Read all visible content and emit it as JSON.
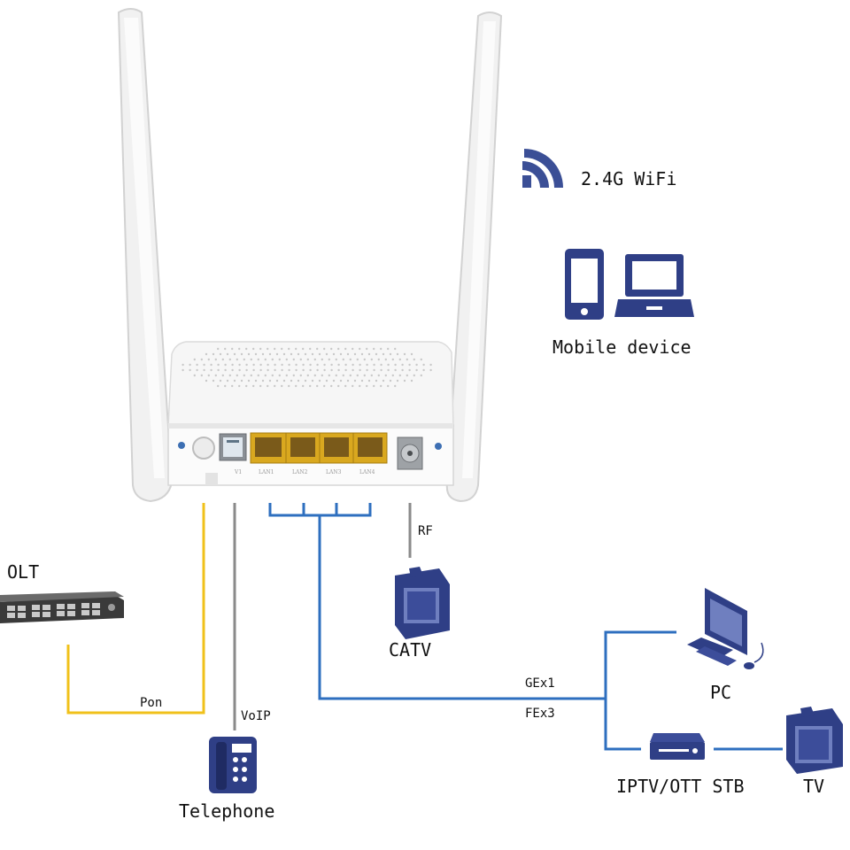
{
  "labels": {
    "wifi": "2.4G WiFi",
    "mobile_device": "Mobile device",
    "olt": "OLT",
    "pon": "Pon",
    "voip": "VoIP",
    "telephone": "Telephone",
    "rf": "RF",
    "catv": "CATV",
    "pc": "PC",
    "gex1": "GEx1",
    "fex3": "FEx3",
    "stb": "IPTV/OTT STB",
    "tv": "TV"
  },
  "colors": {
    "pon_line": "#f0c11a",
    "voip_line": "#8a8a8a",
    "rf_line": "#8a8a8a",
    "lan_line": "#2e6fbf",
    "icon_blue": "#2f3f86",
    "lan_port": "#d9a81f",
    "router_body": "#f4f4f4"
  },
  "icons": {
    "wifi": "wifi-icon",
    "phone": "mobile-phone-icon",
    "laptop": "laptop-icon",
    "olt": "olt-device-icon",
    "telephone": "desk-telephone-icon",
    "catv": "crt-tv-icon",
    "pc": "desktop-computer-icon",
    "stb": "set-top-box-icon",
    "tv": "tv-icon",
    "router": "onu-router"
  }
}
